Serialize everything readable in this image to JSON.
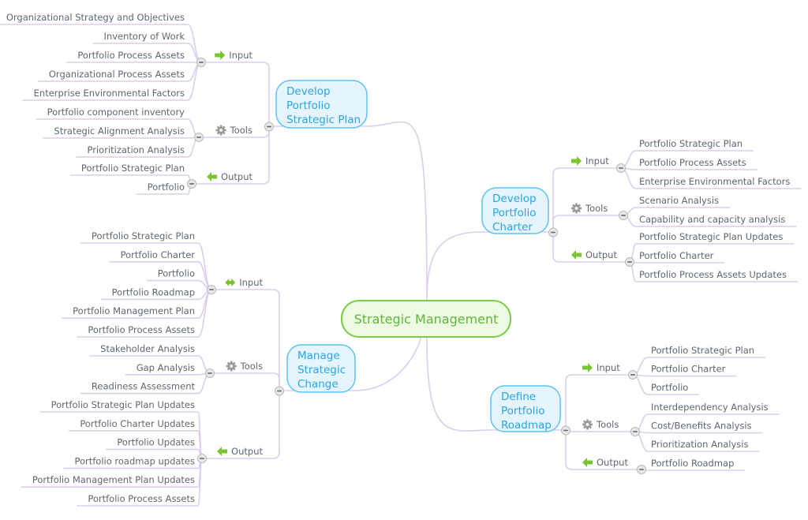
{
  "root": {
    "label": "Strategic Management"
  },
  "colors": {
    "line": "#dccdef",
    "process_border": "#5cc3f2",
    "process_text": "#2aa6e4",
    "root_border": "#7ccc4a",
    "root_text": "#62b53a",
    "arrow_green": "#7ac431",
    "gear_gray": "#9a9a9a",
    "leaf_text": "#5f6670"
  },
  "processes": [
    {
      "id": "develop-portfolio-strategic-plan",
      "side": "left",
      "label_lines": [
        "Develop",
        "Portfolio",
        "Strategic Plan"
      ],
      "categories": [
        {
          "label": "Input",
          "icon": "arrow-right-icon",
          "items": [
            "Organizational Strategy and Objectives",
            "Inventory of Work",
            "Portfolio Process Assets",
            "Organizational Process Assets",
            "Enterprise Environmental Factors"
          ]
        },
        {
          "label": "Tools",
          "icon": "gear-icon",
          "items": [
            "Portfolio component inventory",
            "Strategic Alignment Analysis",
            "Prioritization Analysis"
          ]
        },
        {
          "label": "Output",
          "icon": "arrow-left-icon",
          "items": [
            "Portfolio Strategic Plan",
            "Portfolio"
          ]
        }
      ]
    },
    {
      "id": "manage-strategic-change",
      "side": "left",
      "label_lines": [
        "Manage",
        "Strategic",
        "Change"
      ],
      "categories": [
        {
          "label": "Input",
          "icon": "arrow-both-icon",
          "items": [
            "Portfolio Strategic Plan",
            "Portfolio Charter",
            "Portfolio",
            "Portfolio Roadmap",
            "Portfolio Management Plan",
            "Portfolio Process Assets"
          ]
        },
        {
          "label": "Tools",
          "icon": "gear-icon",
          "items": [
            "Stakeholder Analysis",
            "Gap Analysis",
            "Readiness Assessment"
          ]
        },
        {
          "label": "Output",
          "icon": "arrow-left-icon",
          "items": [
            "Portfolio Strategic Plan Updates",
            "Portfolio Charter Updates",
            "Portfolio Updates",
            "Portfolio roadmap updates",
            "Portfolio Management Plan Updates",
            "Portfolio Process Assets"
          ]
        }
      ]
    },
    {
      "id": "develop-portfolio-charter",
      "side": "right",
      "label_lines": [
        "Develop",
        "Portfolio",
        "Charter"
      ],
      "categories": [
        {
          "label": "Input",
          "icon": "arrow-right-icon",
          "items": [
            "Portfolio Strategic Plan",
            "Portfolio Process Assets",
            "Enterprise Environmental Factors"
          ]
        },
        {
          "label": "Tools",
          "icon": "gear-icon",
          "items": [
            "Scenario Analysis",
            "Capability and capacity analysis"
          ]
        },
        {
          "label": "Output",
          "icon": "arrow-left-icon",
          "items": [
            "Portfolio Strategic Plan Updates",
            "Portfolio Charter",
            "Portfolio Process Assets Updates"
          ]
        }
      ]
    },
    {
      "id": "define-portfolio-roadmap",
      "side": "right",
      "label_lines": [
        "Define",
        "Portfolio",
        "Roadmap"
      ],
      "categories": [
        {
          "label": "Input",
          "icon": "arrow-right-icon",
          "items": [
            "Portfolio Strategic Plan",
            "Portfolio Charter",
            "Portfolio"
          ]
        },
        {
          "label": "Tools",
          "icon": "gear-icon",
          "items": [
            "Interdependency Analysis",
            "Cost/Benefits Analysis",
            "Prioritization Analysis"
          ]
        },
        {
          "label": "Output",
          "icon": "arrow-left-icon",
          "items": [
            "Portfolio Roadmap"
          ]
        }
      ]
    }
  ]
}
